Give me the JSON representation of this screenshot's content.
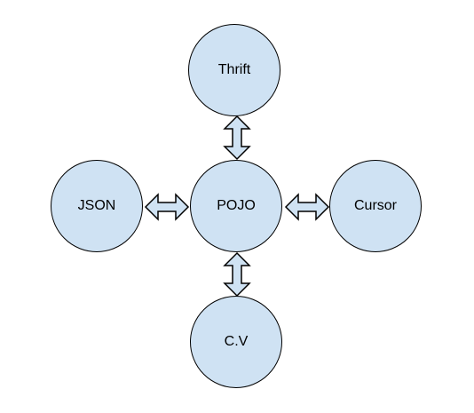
{
  "diagram": {
    "colors": {
      "node_fill": "#cfe2f3",
      "arrow_fill": "#cfe2f3",
      "stroke": "#000000",
      "text": "#000000"
    },
    "nodes": {
      "thrift": {
        "label": "Thrift"
      },
      "json": {
        "label": "JSON"
      },
      "pojo": {
        "label": "POJO"
      },
      "cursor": {
        "label": "Cursor"
      },
      "cv": {
        "label": "C.V"
      }
    },
    "edges": [
      {
        "from": "POJO",
        "to": "Thrift",
        "direction": "bidirectional"
      },
      {
        "from": "POJO",
        "to": "JSON",
        "direction": "bidirectional"
      },
      {
        "from": "POJO",
        "to": "Cursor",
        "direction": "bidirectional"
      },
      {
        "from": "POJO",
        "to": "C.V",
        "direction": "bidirectional"
      }
    ]
  }
}
